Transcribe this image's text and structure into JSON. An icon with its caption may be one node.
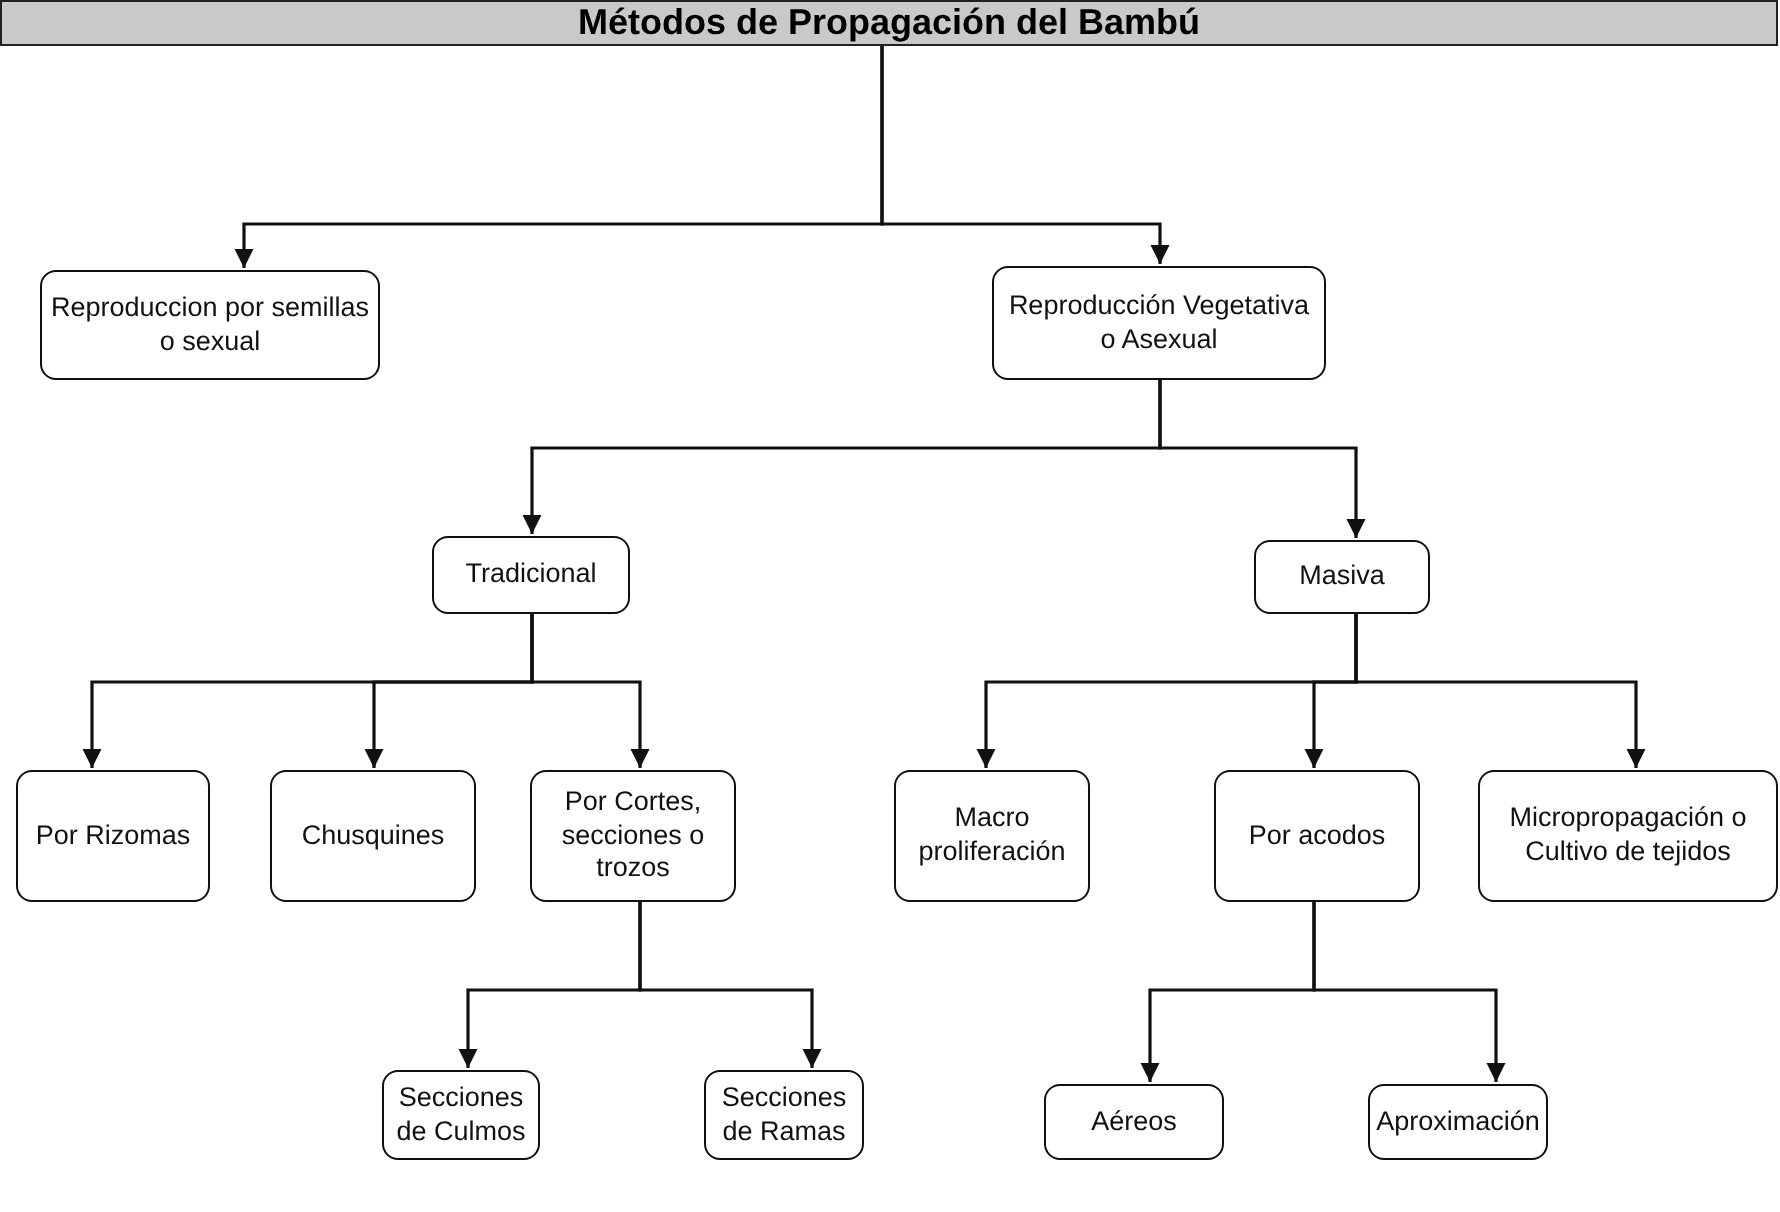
{
  "diagram": {
    "nodes": [
      {
        "text": [
          "Métodos de Propagación del Bambú"
        ]
      },
      {
        "text": [
          "Reproduccion por semillas o sexual"
        ]
      },
      {
        "text": [
          "Reproducción Vegetativa o Asexual"
        ]
      },
      {
        "text": [
          "Tradicional"
        ]
      },
      {
        "text": [
          "Masiva"
        ]
      },
      {
        "text": [
          "Por Rizomas"
        ]
      },
      {
        "text": [
          "Chusquines"
        ]
      },
      {
        "text": [
          "Por Cortes, secciones o trozos"
        ]
      },
      {
        "text": [
          "Macro proliferación"
        ]
      },
      {
        "text": [
          "Por acodos"
        ]
      },
      {
        "text": [
          "Micropropagación o Cultivo de tejidos"
        ]
      },
      {
        "text": [
          "Secciones de Culmos"
        ]
      },
      {
        "text": [
          "Secciones de Ramas"
        ]
      },
      {
        "text": [
          "Aéreos"
        ]
      },
      {
        "text": [
          "Aproximación"
        ]
      }
    ],
    "edges": [
      {
        "from": 0,
        "to": 1,
        "arrow": "to"
      },
      {
        "from": 0,
        "to": 2,
        "arrow": "to"
      },
      {
        "from": 2,
        "to": 3,
        "arrow": "to"
      },
      {
        "from": 2,
        "to": 4,
        "arrow": "to"
      },
      {
        "from": 3,
        "to": 5,
        "arrow": "to"
      },
      {
        "from": 3,
        "to": 6,
        "arrow": "to"
      },
      {
        "from": 3,
        "to": 7,
        "arrow": "to"
      },
      {
        "from": 4,
        "to": 8,
        "arrow": "to"
      },
      {
        "from": 4,
        "to": 9,
        "arrow": "to"
      },
      {
        "from": 4,
        "to": 10,
        "arrow": "to"
      },
      {
        "from": 7,
        "to": 11,
        "arrow": "to"
      },
      {
        "from": 7,
        "to": 12,
        "arrow": "to"
      },
      {
        "from": 9,
        "to": 13,
        "arrow": "to"
      },
      {
        "from": 9,
        "to": 14,
        "arrow": "to"
      }
    ]
  }
}
